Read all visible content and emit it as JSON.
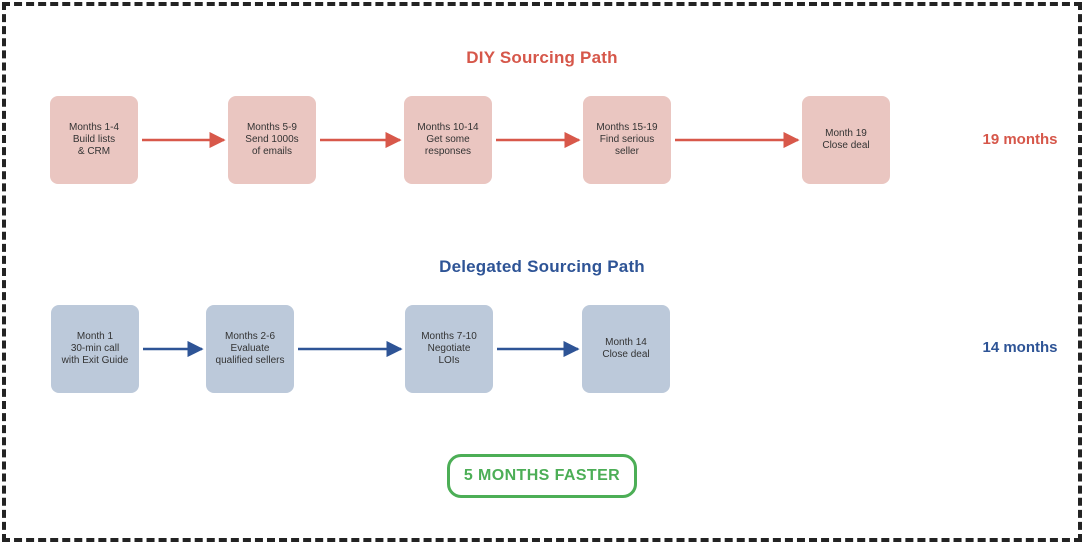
{
  "diagram": {
    "diy": {
      "title": "DIY Sourcing Path",
      "duration": "19 months",
      "accent_color": "#d6574a",
      "box_fill": "#eac6c1",
      "steps": [
        {
          "label": "Months 1-4\nBuild lists\n& CRM"
        },
        {
          "label": "Months 5-9\nSend 1000s\nof emails"
        },
        {
          "label": "Months 10-14\nGet some\nresponses"
        },
        {
          "label": "Months 15-19\nFind serious\nseller"
        },
        {
          "label": "Month 19\nClose deal"
        }
      ]
    },
    "delegated": {
      "title": "Delegated Sourcing Path",
      "duration": "14 months",
      "accent_color": "#2e5496",
      "box_fill": "#bcc9da",
      "steps": [
        {
          "label": "Month 1\n30-min call\nwith Exit Guide"
        },
        {
          "label": "Months 2-6\nEvaluate\nqualified sellers"
        },
        {
          "label": "Months 7-10\nNegotiate\nLOIs"
        },
        {
          "label": "Month 14\nClose deal"
        }
      ]
    },
    "badge": {
      "label": "5 MONTHS FASTER",
      "color": "#4cae56"
    },
    "frame_style": "dashed-black-border"
  }
}
